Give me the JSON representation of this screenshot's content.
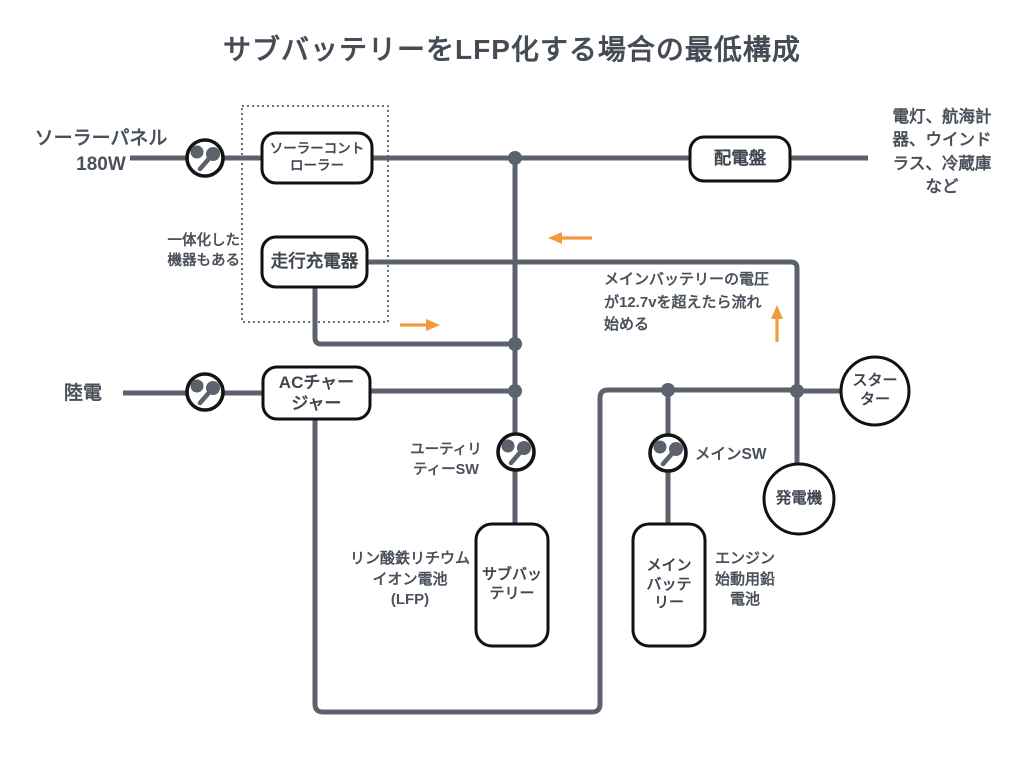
{
  "title": "サブバッテリーをLFP化する場合の最低構成",
  "colors": {
    "wire": "#5b626c",
    "accent_orange": "#f09b40",
    "box_border": "#111111",
    "text": "#4a515b",
    "background": "#ffffff"
  },
  "nodes": {
    "solar_controller": "ソーラーコント\nローラー",
    "dcdc_charger": "走行充電器",
    "distribution_board": "配電盤",
    "ac_charger": "ACチャー\nジャー",
    "sub_battery": "サブバッ\nテリー",
    "main_battery": "メイン\nバッテ\nリー",
    "starter": "スター\nター",
    "generator": "発電機"
  },
  "labels": {
    "solar_panel": "ソーラーパネル\n180W",
    "shore_power": "陸電",
    "integrated_note": "一体化した\n機器もある",
    "utility_switch": "ユーティリ\nティーSW",
    "main_switch": "メインSW",
    "lfp_note": "リン酸鉄リチウム\nイオン電池\n(LFP)",
    "lead_battery_note": "エンジン\n始動用鉛\n電池",
    "loads_note": "電灯、航海計\n器、ウインド\nラス、冷蔵庫\nなど",
    "voltage_note": "メインバッテリーの電圧\nが12.7vを超えたら流れ\n始める"
  },
  "icons": {
    "solar_breaker": "battery-switch-icon",
    "shore_breaker": "battery-switch-icon",
    "utility_switch": "battery-switch-icon",
    "main_switch": "battery-switch-icon",
    "flow_arrows": [
      "flow-arrow-right-icon",
      "flow-arrow-left-icon",
      "flow-arrow-up-icon"
    ]
  }
}
